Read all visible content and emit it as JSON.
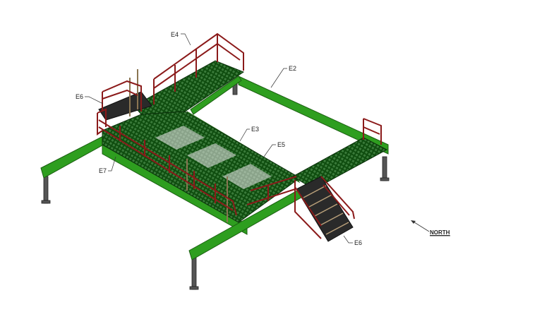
{
  "colors": {
    "beam": "#2e9e1f",
    "beam_dark": "#1b5e12",
    "grating": "#0f4d0f",
    "railing": "#8b1a1a",
    "stair": "#2a2a2a",
    "post": "#b9a07a"
  },
  "callouts": [
    {
      "id": "e4",
      "text": "E4"
    },
    {
      "id": "e2",
      "text": "E2"
    },
    {
      "id": "e6-top",
      "text": "E6"
    },
    {
      "id": "e3",
      "text": "E3"
    },
    {
      "id": "e5",
      "text": "E5"
    },
    {
      "id": "e7",
      "text": "E7"
    },
    {
      "id": "e6-stair",
      "text": "E6"
    }
  ],
  "north_label": "NORTH"
}
